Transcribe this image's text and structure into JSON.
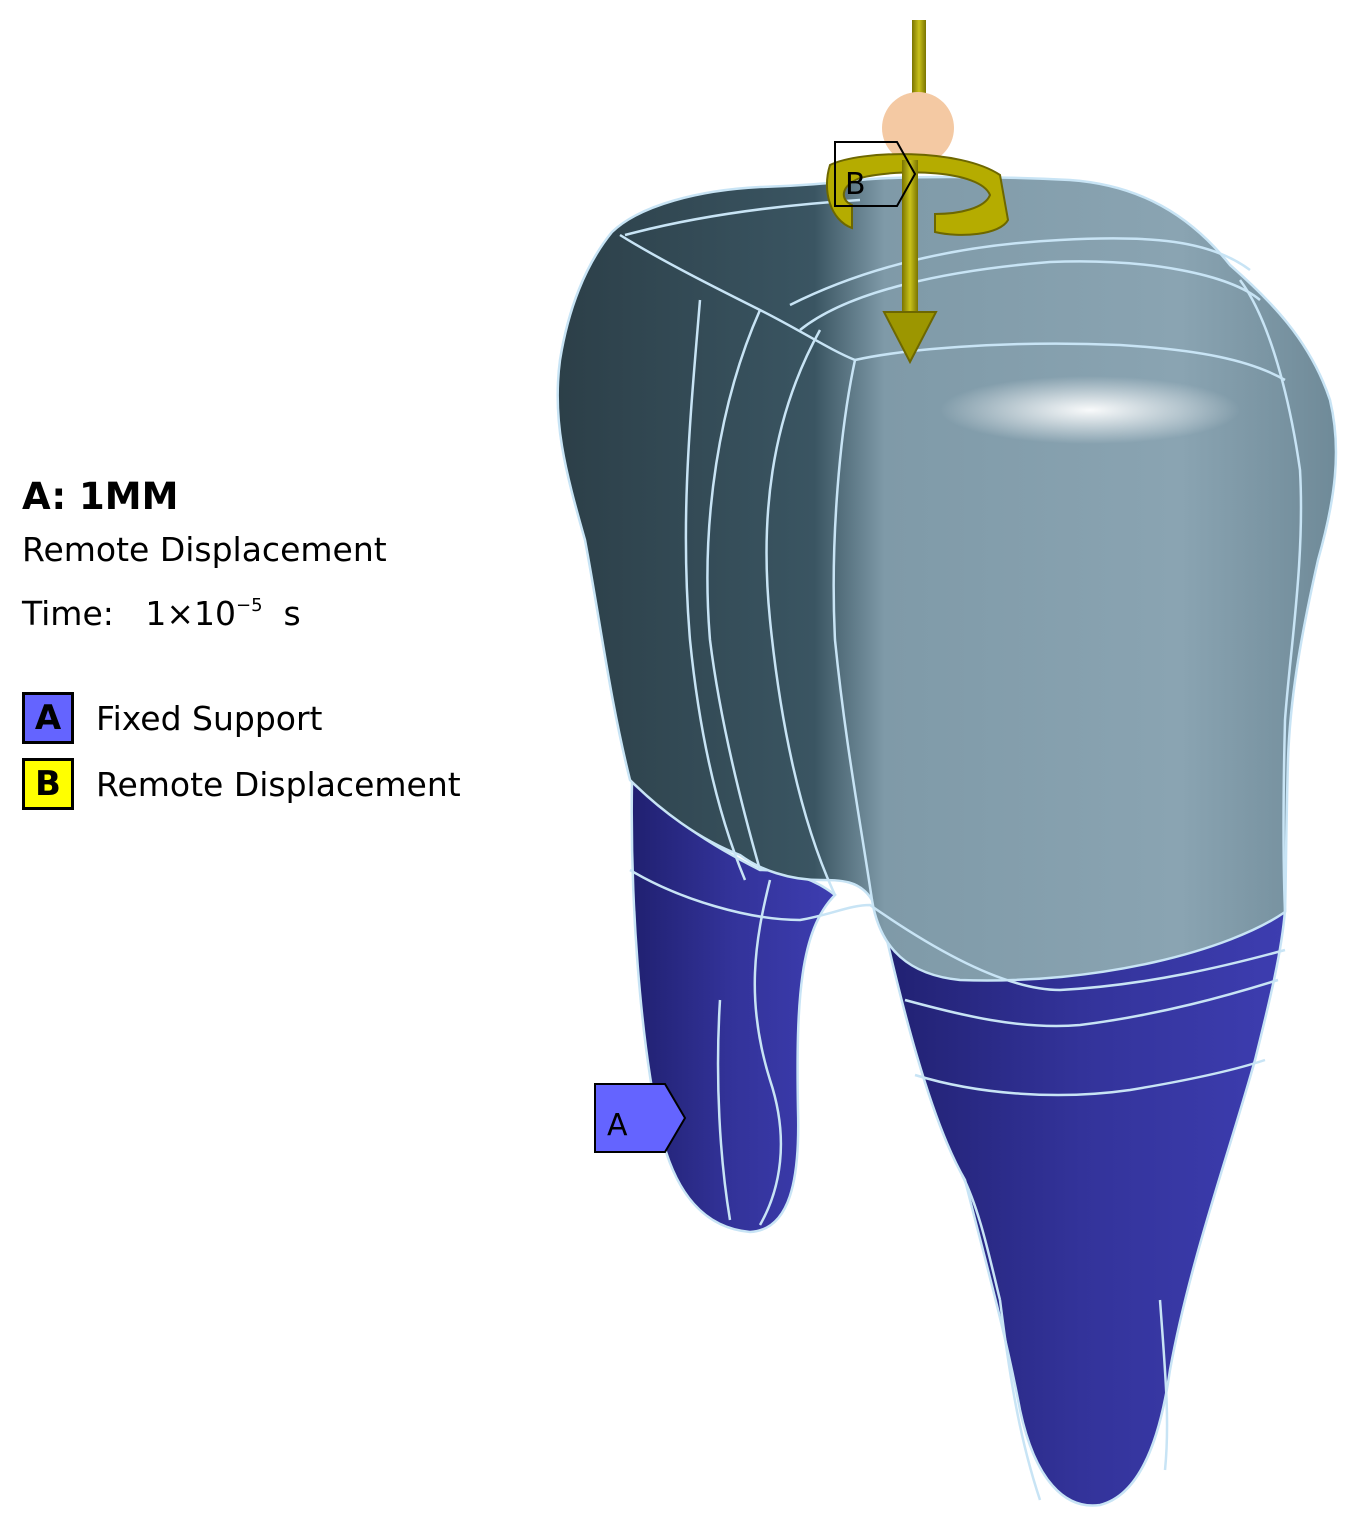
{
  "header": {
    "title": "A: 1MM",
    "subtitle": "Remote Displacement",
    "time_label": "Time:",
    "time_mantissa": "1×10",
    "time_exponent": "−5",
    "time_unit": "s"
  },
  "legend": [
    {
      "key": "A",
      "label": "Fixed Support",
      "color": "#6464ff",
      "key_color": "#000000"
    },
    {
      "key": "B",
      "label": "Remote Displacement",
      "color": "#ffff00",
      "key_color": "#000000"
    }
  ],
  "tags": {
    "a": "A",
    "b": "B"
  },
  "colors": {
    "crown": "#7d98a6",
    "crown_dark": "#2f4650",
    "root": "#3a3aa6",
    "edge_lines": "#c8e4f5",
    "remote_glyph": "#b5b000"
  }
}
